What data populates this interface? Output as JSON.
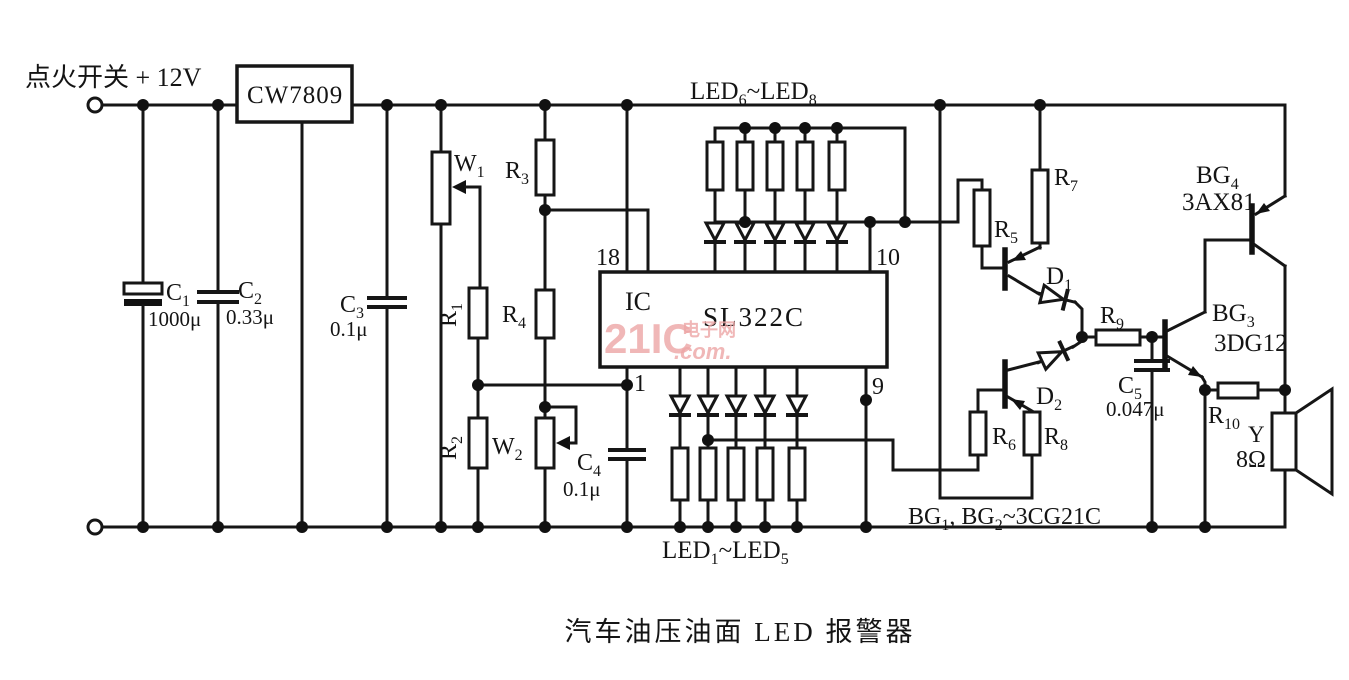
{
  "caption": "汽车油压油面 LED 报警器",
  "power": {
    "inputLabel": "点火开关 + 12V",
    "regulator": "CW7809"
  },
  "ic": {
    "label": "IC",
    "part": "SL322C",
    "pinTopLeft": "18",
    "pinTopRight": "10",
    "pinBottomLeft": "1",
    "pinBottomRight": "9"
  },
  "groups": {
    "ledTop": {
      "p1": "LED",
      "s1": "6",
      "p2": "~LED",
      "s2": "8"
    },
    "ledBottom": {
      "p1": "LED",
      "s1": "1",
      "p2": "~LED",
      "s2": "5"
    },
    "bgNote": {
      "p1": "BG",
      "s1": "1",
      "p2": ", BG",
      "s2": "2",
      "p3": "~3CG21C"
    }
  },
  "components": {
    "c1": {
      "d": "C",
      "s": "1",
      "v": "1000μ"
    },
    "c2": {
      "d": "C",
      "s": "2",
      "v": "0.33μ"
    },
    "c3": {
      "d": "C",
      "s": "3",
      "v": "0.1μ"
    },
    "c4": {
      "d": "C",
      "s": "4",
      "v": "0.1μ"
    },
    "c5": {
      "d": "C",
      "s": "5",
      "v": "0.047μ"
    },
    "w1": {
      "d": "W",
      "s": "1"
    },
    "w2": {
      "d": "W",
      "s": "2"
    },
    "r1": {
      "d": "R",
      "s": "1"
    },
    "r2": {
      "d": "R",
      "s": "2"
    },
    "r3": {
      "d": "R",
      "s": "3"
    },
    "r4": {
      "d": "R",
      "s": "4"
    },
    "r5": {
      "d": "R",
      "s": "5"
    },
    "r6": {
      "d": "R",
      "s": "6"
    },
    "r7": {
      "d": "R",
      "s": "7"
    },
    "r8": {
      "d": "R",
      "s": "8"
    },
    "r9": {
      "d": "R",
      "s": "9"
    },
    "r10": {
      "d": "R",
      "s": "10"
    },
    "d1": {
      "d": "D",
      "s": "1"
    },
    "d2": {
      "d": "D",
      "s": "2"
    },
    "bg3": {
      "d": "BG",
      "s": "3",
      "part": "3DG12"
    },
    "bg4": {
      "d": "BG",
      "s": "4",
      "part": "3AX81"
    },
    "speaker": {
      "d": "Y",
      "v": "8Ω"
    }
  },
  "watermark": {
    "brand": "21IC",
    "cn": "电子网",
    "tld": ".com.",
    "color": "#eda6a6"
  }
}
